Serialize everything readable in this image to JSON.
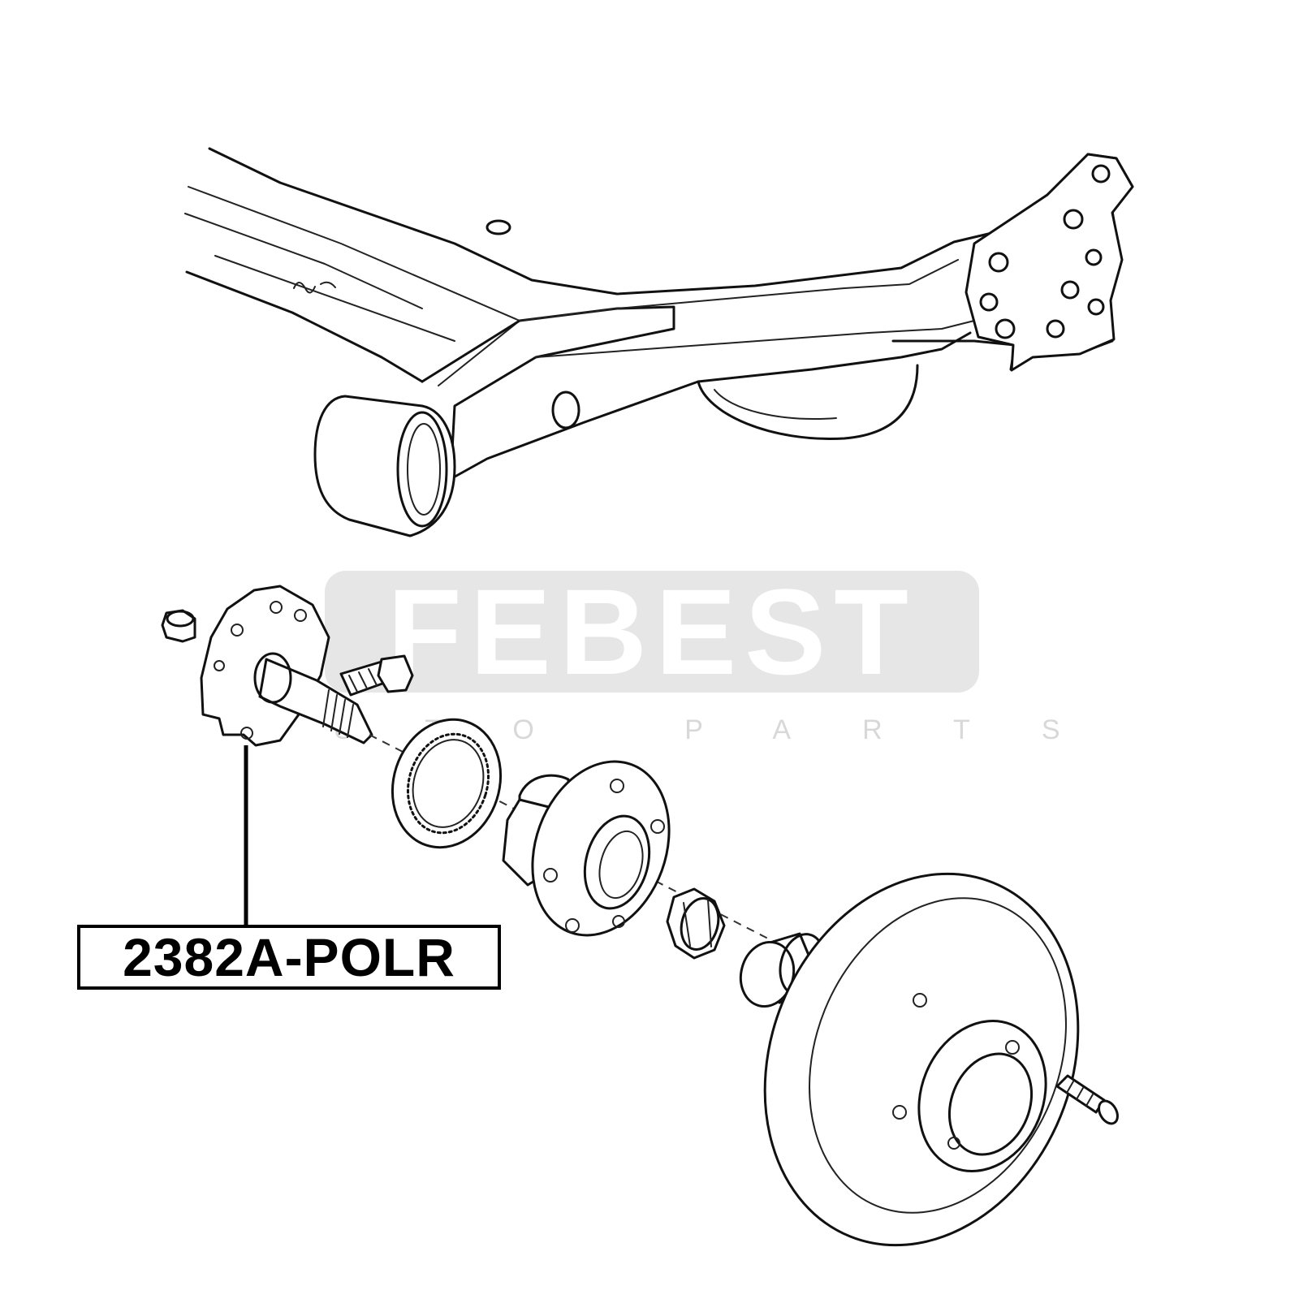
{
  "watermark": {
    "brand": "FEBEST",
    "subtitle": "AUTO PARTS"
  },
  "part_number": "2382A-POLR",
  "colors": {
    "line": "#111111",
    "watermark_bg": "#e6e6e6",
    "background": "#ffffff"
  }
}
